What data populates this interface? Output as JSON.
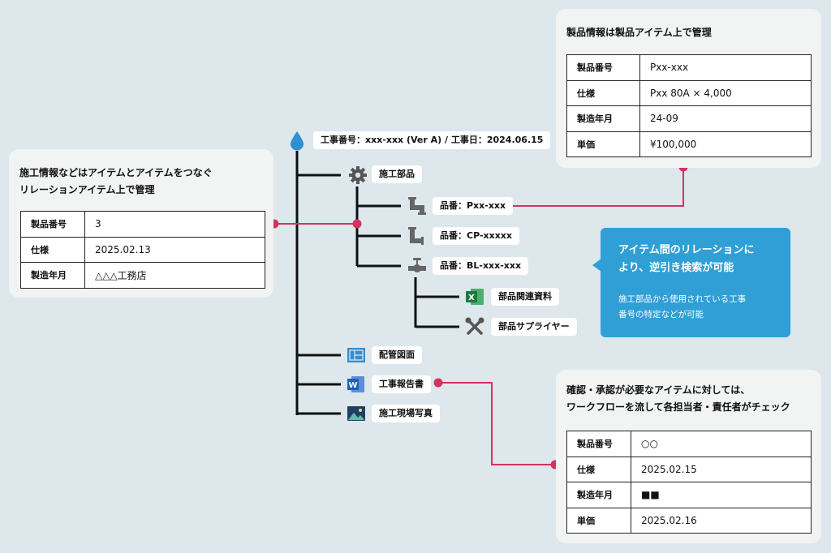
{
  "construction": {
    "label": "工事番号：xxx-xxx (Ver A) / 工事日：2024.06.15",
    "children": [
      {
        "label": "施工部品",
        "icon": "gear-icon"
      },
      {
        "label": "配管図面",
        "icon": "blueprint-icon"
      },
      {
        "label": "工事報告書",
        "icon": "word-document-icon"
      },
      {
        "label": "施工現場写真",
        "icon": "photo-icon"
      }
    ],
    "parts": [
      {
        "label": "品番：Pxx-xxx",
        "icon": "pipe-fitting-icon"
      },
      {
        "label": "品番：CP-xxxxx",
        "icon": "pipe-fitting-icon"
      },
      {
        "label": "品番：BL-xxx-xxx",
        "icon": "valve-icon"
      }
    ],
    "part_details": [
      {
        "label": "部品関連資料",
        "icon": "excel-icon"
      },
      {
        "label": "部品サプライヤー",
        "icon": "tools-icon"
      }
    ]
  },
  "left_card": {
    "title": "施工情報などはアイテムとアイテムをつなぐ\nリレーションアイテム上で管理",
    "rows": [
      {
        "key": "製品番号",
        "value": "3"
      },
      {
        "key": "仕様",
        "value": "2025.02.13"
      },
      {
        "key": "製造年月",
        "value": "△△△工務店"
      }
    ]
  },
  "top_card": {
    "title": "製品情報は製品アイテム上で管理",
    "rows": [
      {
        "key": "製品番号",
        "value": "Pxx-xxx"
      },
      {
        "key": "仕様",
        "value": "Pxx 80A × 4,000"
      },
      {
        "key": "製造年月",
        "value": "24-09"
      },
      {
        "key": "単価",
        "value": "¥100,000"
      }
    ]
  },
  "bottom_card": {
    "title": "確認・承認が必要なアイテムに対しては、\nワークフローを流して各担当者・責任者がチェック",
    "rows": [
      {
        "key": "製品番号",
        "value": "○○"
      },
      {
        "key": "仕様",
        "value": "2025.02.15"
      },
      {
        "key": "製造年月",
        "value": "■■"
      },
      {
        "key": "単価",
        "value": "2025.02.16"
      }
    ]
  },
  "callout": {
    "heading": "アイテム間のリレーションに\nより、逆引き検索が可能",
    "body": "施工部品から使用されている工事\n番号の特定などが可能"
  },
  "colors": {
    "accent": "#d6325e",
    "callout": "#2f9fd6",
    "line": "#111111"
  }
}
